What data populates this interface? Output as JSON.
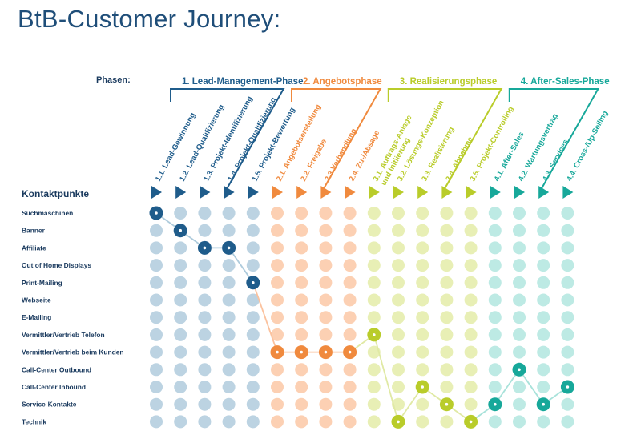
{
  "title": "BtB-Customer Journey:",
  "phasen_label": "Phasen:",
  "kontakt_label": "Kontaktpunkte",
  "phases": [
    {
      "label": "1. Lead-Management-Phase",
      "color": "#1f5c8b"
    },
    {
      "label": "2. Angebotsphase",
      "color": "#f08a3e"
    },
    {
      "label": "3. Realisierungsphase",
      "color": "#b9cc2a"
    },
    {
      "label": "4. After-Sales-Phase",
      "color": "#17a89a"
    }
  ],
  "stages": [
    {
      "lines": [
        "1.1. Lead-Gewinnung"
      ],
      "phase": 0
    },
    {
      "lines": [
        "1.2. Lead-Qualifizierung"
      ],
      "phase": 0
    },
    {
      "lines": [
        "1.3. Projekt-Identifizierung"
      ],
      "phase": 0
    },
    {
      "lines": [
        "1.4. Projekt-Qualifizierung"
      ],
      "phase": 0
    },
    {
      "lines": [
        "1.5. Projekt-Bewertung"
      ],
      "phase": 0
    },
    {
      "lines": [
        "2.1. Angebotserstellung"
      ],
      "phase": 1
    },
    {
      "lines": [
        "2.2. Freigabe"
      ],
      "phase": 1
    },
    {
      "lines": [
        "2.3 Verhandlung"
      ],
      "phase": 1
    },
    {
      "lines": [
        "2.4. Zu-/Absage"
      ],
      "phase": 1
    },
    {
      "lines": [
        "3.1. Auftrags-Anlage",
        "und Initiierung"
      ],
      "phase": 2
    },
    {
      "lines": [
        "3.2. Lösungs-Konzeption"
      ],
      "phase": 2
    },
    {
      "lines": [
        "3.3. Realisierung"
      ],
      "phase": 2
    },
    {
      "lines": [
        "3.4. Abnahme"
      ],
      "phase": 2
    },
    {
      "lines": [
        "3.5. Projekt-Controlling"
      ],
      "phase": 2
    },
    {
      "lines": [
        "4.1. After-Sales"
      ],
      "phase": 3
    },
    {
      "lines": [
        "4.2. Wartungsvertrag"
      ],
      "phase": 3
    },
    {
      "lines": [
        "4.3. Services"
      ],
      "phase": 3
    },
    {
      "lines": [
        "4.4. Cross-/Up-Selling"
      ],
      "phase": 3
    }
  ],
  "touchpoints": [
    "Suchmaschinen",
    "Banner",
    "Affiliate",
    "Out of Home  Displays",
    "Print-Mailing",
    "Webseite",
    "E-Mailing",
    "Vermittler/Vertrieb Telefon",
    "Vermittler/Vertrieb beim Kunden",
    "Call-Center Outbound",
    "Call-Center Inbound",
    "Service-Kontakte",
    "Technik"
  ],
  "journey": [
    0,
    1,
    2,
    2,
    4,
    8,
    8,
    8,
    8,
    7,
    12,
    10,
    11,
    12,
    11,
    9,
    11,
    10
  ],
  "colors": {
    "light": [
      "#bcd3e2",
      "#fcd0b3",
      "#e8efb5",
      "#bdeae4"
    ],
    "line": [
      "#aecbdc",
      "#fbc29e",
      "#e0e9a4",
      "#a8e2da"
    ],
    "text_dark": "#1a3a5e"
  }
}
